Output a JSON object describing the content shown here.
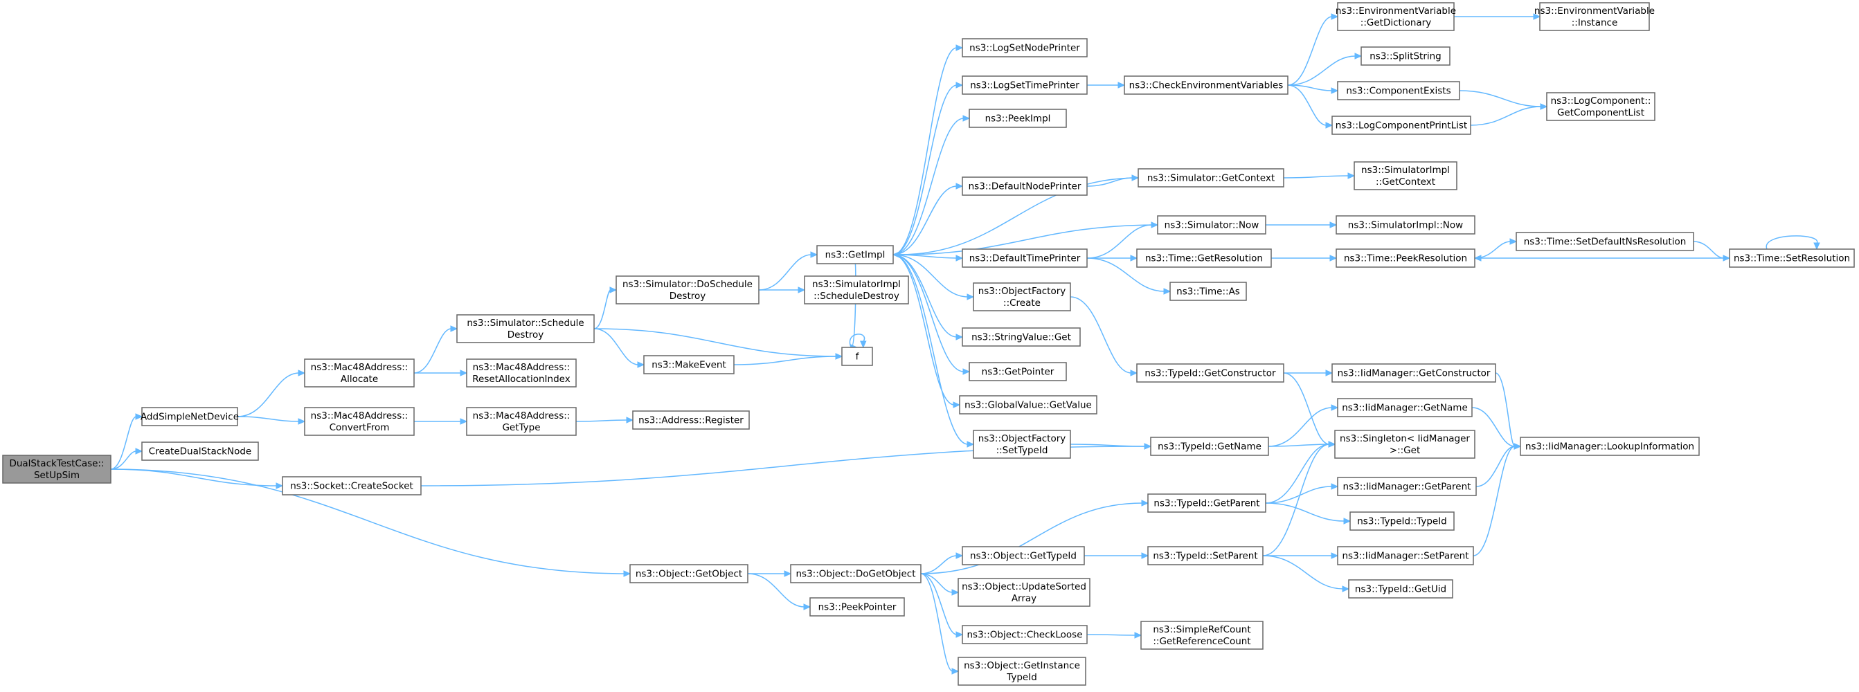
{
  "nodes": [
    {
      "id": "root",
      "lines": [
        "DualStackTestCase::",
        "SetUpSim"
      ],
      "root": true
    },
    {
      "id": "addsimple",
      "lines": [
        "AddSimpleNetDevice"
      ]
    },
    {
      "id": "createds",
      "lines": [
        "CreateDualStackNode"
      ]
    },
    {
      "id": "createsocket",
      "lines": [
        "ns3::Socket::CreateSocket"
      ]
    },
    {
      "id": "getobject",
      "lines": [
        "ns3::Object::GetObject"
      ]
    },
    {
      "id": "macalloc",
      "lines": [
        "ns3::Mac48Address::",
        "Allocate"
      ]
    },
    {
      "id": "macconv",
      "lines": [
        "ns3::Mac48Address::",
        "ConvertFrom"
      ]
    },
    {
      "id": "schedestroy",
      "lines": [
        "ns3::Simulator::Schedule",
        "Destroy"
      ]
    },
    {
      "id": "resetalloc",
      "lines": [
        "ns3::Mac48Address::",
        "ResetAllocationIndex"
      ]
    },
    {
      "id": "macgettype",
      "lines": [
        "ns3::Mac48Address::",
        "GetType"
      ]
    },
    {
      "id": "addrreg",
      "lines": [
        "ns3::Address::Register"
      ]
    },
    {
      "id": "doschedule",
      "lines": [
        "ns3::Simulator::DoSchedule",
        "Destroy"
      ]
    },
    {
      "id": "makeevent",
      "lines": [
        "ns3::MakeEvent"
      ]
    },
    {
      "id": "f",
      "lines": [
        "f"
      ]
    },
    {
      "id": "getimpl",
      "lines": [
        "ns3::GetImpl"
      ]
    },
    {
      "id": "simimplsched",
      "lines": [
        "ns3::SimulatorImpl",
        "::ScheduleDestroy"
      ]
    },
    {
      "id": "logsetnode",
      "lines": [
        "ns3::LogSetNodePrinter"
      ]
    },
    {
      "id": "logsettime",
      "lines": [
        "ns3::LogSetTimePrinter"
      ]
    },
    {
      "id": "peekimpl",
      "lines": [
        "ns3::PeekImpl"
      ]
    },
    {
      "id": "defnode",
      "lines": [
        "ns3::DefaultNodePrinter"
      ]
    },
    {
      "id": "deftime",
      "lines": [
        "ns3::DefaultTimePrinter"
      ]
    },
    {
      "id": "objfcreate",
      "lines": [
        "ns3::ObjectFactory",
        "::Create"
      ]
    },
    {
      "id": "strget",
      "lines": [
        "ns3::StringValue::Get"
      ]
    },
    {
      "id": "getpointer",
      "lines": [
        "ns3::GetPointer"
      ]
    },
    {
      "id": "globalget",
      "lines": [
        "ns3::GlobalValue::GetValue"
      ]
    },
    {
      "id": "objfsettid",
      "lines": [
        "ns3::ObjectFactory",
        "::SetTypeId"
      ]
    },
    {
      "id": "checkenv",
      "lines": [
        "ns3::CheckEnvironmentVariables"
      ]
    },
    {
      "id": "simgetctx",
      "lines": [
        "ns3::Simulator::GetContext"
      ]
    },
    {
      "id": "simnow",
      "lines": [
        "ns3::Simulator::Now"
      ]
    },
    {
      "id": "timegetres",
      "lines": [
        "ns3::Time::GetResolution"
      ]
    },
    {
      "id": "timeas",
      "lines": [
        "ns3::Time::As"
      ]
    },
    {
      "id": "tidgetctor",
      "lines": [
        "ns3::TypeId::GetConstructor"
      ]
    },
    {
      "id": "tidgetname",
      "lines": [
        "ns3::TypeId::GetName"
      ]
    },
    {
      "id": "envgetdict",
      "lines": [
        "ns3::EnvironmentVariable",
        "::GetDictionary"
      ]
    },
    {
      "id": "splitstring",
      "lines": [
        "ns3::SplitString"
      ]
    },
    {
      "id": "compexists",
      "lines": [
        "ns3::ComponentExists"
      ]
    },
    {
      "id": "logcompprint",
      "lines": [
        "ns3::LogComponentPrintList"
      ]
    },
    {
      "id": "simimplctx",
      "lines": [
        "ns3::SimulatorImpl",
        "::GetContext"
      ]
    },
    {
      "id": "simimplnow",
      "lines": [
        "ns3::SimulatorImpl::Now"
      ]
    },
    {
      "id": "peekres",
      "lines": [
        "ns3::Time::PeekResolution"
      ]
    },
    {
      "id": "iidgetctor",
      "lines": [
        "ns3::IidManager::GetConstructor"
      ]
    },
    {
      "id": "iidgetname",
      "lines": [
        "ns3::IidManager::GetName"
      ]
    },
    {
      "id": "singleton",
      "lines": [
        "ns3::Singleton< IidManager",
        " >::Get"
      ]
    },
    {
      "id": "envinst",
      "lines": [
        "ns3::EnvironmentVariable",
        "::Instance"
      ]
    },
    {
      "id": "logcompget",
      "lines": [
        "ns3::LogComponent::",
        "GetComponentList"
      ]
    },
    {
      "id": "setdefns",
      "lines": [
        "ns3::Time::SetDefaultNsResolution"
      ]
    },
    {
      "id": "timesetres",
      "lines": [
        "ns3::Time::SetResolution"
      ]
    },
    {
      "id": "lookupinfo",
      "lines": [
        "ns3::IidManager::LookupInformation"
      ]
    },
    {
      "id": "dogetobject",
      "lines": [
        "ns3::Object::DoGetObject"
      ]
    },
    {
      "id": "peekpointer",
      "lines": [
        "ns3::PeekPointer"
      ]
    },
    {
      "id": "objgettid",
      "lines": [
        "ns3::Object::GetTypeId"
      ]
    },
    {
      "id": "objupdsorted",
      "lines": [
        "ns3::Object::UpdateSorted",
        "Array"
      ]
    },
    {
      "id": "objcheckloose",
      "lines": [
        "ns3::Object::CheckLoose"
      ]
    },
    {
      "id": "objgetinst",
      "lines": [
        "ns3::Object::GetInstance",
        "TypeId"
      ]
    },
    {
      "id": "tidgetparent",
      "lines": [
        "ns3::TypeId::GetParent"
      ]
    },
    {
      "id": "tidsetparent",
      "lines": [
        "ns3::TypeId::SetParent"
      ]
    },
    {
      "id": "simplerefcount",
      "lines": [
        "ns3::SimpleRefCount",
        "::GetReferenceCount"
      ]
    },
    {
      "id": "iidgetparent",
      "lines": [
        "ns3::IidManager::GetParent"
      ]
    },
    {
      "id": "tidtypeid",
      "lines": [
        "ns3::TypeId::TypeId"
      ]
    },
    {
      "id": "iidsetparent",
      "lines": [
        "ns3::IidManager::SetParent"
      ]
    },
    {
      "id": "tidgetuid",
      "lines": [
        "ns3::TypeId::GetUid"
      ]
    }
  ],
  "edges": [
    [
      "root",
      "addsimple"
    ],
    [
      "root",
      "createds"
    ],
    [
      "root",
      "createsocket"
    ],
    [
      "root",
      "getobject"
    ],
    [
      "addsimple",
      "macalloc"
    ],
    [
      "addsimple",
      "macconv"
    ],
    [
      "macalloc",
      "schedestroy"
    ],
    [
      "macalloc",
      "resetalloc"
    ],
    [
      "macconv",
      "macgettype"
    ],
    [
      "macgettype",
      "addrreg"
    ],
    [
      "schedestroy",
      "doschedule"
    ],
    [
      "schedestroy",
      "makeevent"
    ],
    [
      "schedestroy",
      "f"
    ],
    [
      "makeevent",
      "f"
    ],
    [
      "f",
      "f"
    ],
    [
      "doschedule",
      "getimpl"
    ],
    [
      "doschedule",
      "simimplsched"
    ],
    [
      "getimpl",
      "logsetnode"
    ],
    [
      "getimpl",
      "logsettime"
    ],
    [
      "getimpl",
      "peekimpl"
    ],
    [
      "getimpl",
      "defnode"
    ],
    [
      "getimpl",
      "deftime"
    ],
    [
      "getimpl",
      "objfcreate"
    ],
    [
      "getimpl",
      "strget"
    ],
    [
      "getimpl",
      "getpointer"
    ],
    [
      "getimpl",
      "globalget"
    ],
    [
      "getimpl",
      "objfsettid"
    ],
    [
      "getimpl",
      "f"
    ],
    [
      "logsettime",
      "checkenv"
    ],
    [
      "checkenv",
      "envgetdict"
    ],
    [
      "checkenv",
      "splitstring"
    ],
    [
      "checkenv",
      "compexists"
    ],
    [
      "checkenv",
      "logcompprint"
    ],
    [
      "envgetdict",
      "envinst"
    ],
    [
      "compexists",
      "logcompget"
    ],
    [
      "logcompprint",
      "logcompget"
    ],
    [
      "defnode",
      "simgetctx"
    ],
    [
      "simgetctx",
      "getimpl"
    ],
    [
      "simgetctx",
      "simimplctx"
    ],
    [
      "deftime",
      "simnow"
    ],
    [
      "deftime",
      "timegetres"
    ],
    [
      "deftime",
      "timeas"
    ],
    [
      "simnow",
      "getimpl"
    ],
    [
      "simnow",
      "simimplnow"
    ],
    [
      "timegetres",
      "peekres"
    ],
    [
      "peekres",
      "setdefns"
    ],
    [
      "setdefns",
      "timesetres"
    ],
    [
      "timesetres",
      "peekres"
    ],
    [
      "timesetres",
      "timesetres"
    ],
    [
      "objfcreate",
      "tidgetctor"
    ],
    [
      "tidgetctor",
      "iidgetctor"
    ],
    [
      "tidgetctor",
      "singleton"
    ],
    [
      "iidgetctor",
      "lookupinfo"
    ],
    [
      "iidgetname",
      "lookupinfo"
    ],
    [
      "objfsettid",
      "tidgetname"
    ],
    [
      "createsocket",
      "tidgetname"
    ],
    [
      "tidgetname",
      "iidgetname"
    ],
    [
      "tidgetname",
      "singleton"
    ],
    [
      "getobject",
      "dogetobject"
    ],
    [
      "getobject",
      "peekpointer"
    ],
    [
      "dogetobject",
      "tidgetparent"
    ],
    [
      "dogetobject",
      "objgettid"
    ],
    [
      "dogetobject",
      "objupdsorted"
    ],
    [
      "dogetobject",
      "objcheckloose"
    ],
    [
      "dogetobject",
      "objgetinst"
    ],
    [
      "objgettid",
      "tidsetparent"
    ],
    [
      "tidgetparent",
      "singleton"
    ],
    [
      "tidgetparent",
      "iidgetparent"
    ],
    [
      "tidgetparent",
      "tidtypeid"
    ],
    [
      "tidsetparent",
      "singleton"
    ],
    [
      "tidsetparent",
      "iidsetparent"
    ],
    [
      "tidsetparent",
      "tidgetuid"
    ],
    [
      "iidgetparent",
      "lookupinfo"
    ],
    [
      "iidsetparent",
      "lookupinfo"
    ],
    [
      "objcheckloose",
      "simplerefcount"
    ]
  ]
}
